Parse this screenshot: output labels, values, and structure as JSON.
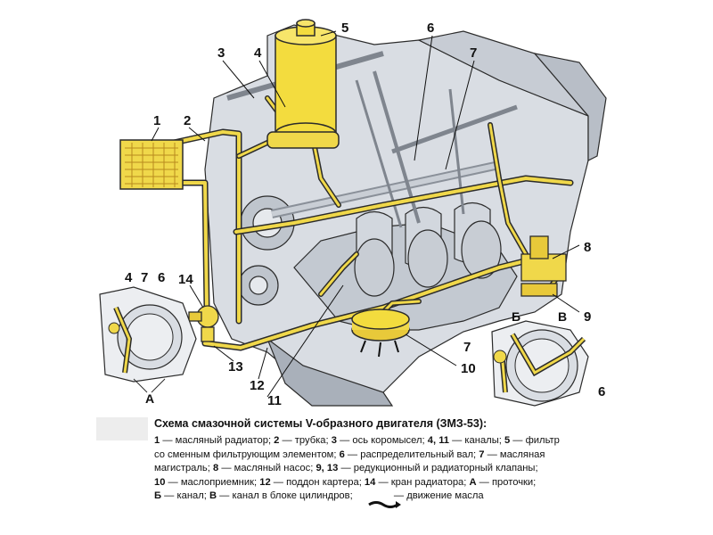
{
  "callouts": {
    "c1": "1",
    "c2": "2",
    "c3": "3",
    "c4": "4",
    "c5": "5",
    "c6": "6",
    "c7": "7",
    "c8": "8",
    "c9": "9",
    "c10": "10",
    "c11": "11",
    "c12": "12",
    "c13": "13",
    "c14": "14",
    "l_inset_4": "4",
    "l_inset_7": "7",
    "l_inset_6": "6",
    "l_inset_A": "А",
    "r_inset_B1": "Б",
    "r_inset_V": "В",
    "r_inset_7": "7",
    "r_inset_6": "6"
  },
  "caption": {
    "title": "Схема смазочной системы V-образного двигателя (ЗМЗ-53):",
    "lines": [
      [
        {
          "b": "1"
        },
        {
          "t": " — масляный радиатор; "
        },
        {
          "b": "2"
        },
        {
          "t": " — трубка; "
        },
        {
          "b": "3"
        },
        {
          "t": " — ось коромысел; "
        },
        {
          "b": "4, 11"
        },
        {
          "t": " — каналы; "
        },
        {
          "b": "5"
        },
        {
          "t": " — фильтр"
        }
      ],
      [
        {
          "t": "со сменным фильтрующим элементом; "
        },
        {
          "b": "6"
        },
        {
          "t": " — распределительный вал; "
        },
        {
          "b": "7"
        },
        {
          "t": " — масляная"
        }
      ],
      [
        {
          "t": "магистраль; "
        },
        {
          "b": "8"
        },
        {
          "t": " — масляный насос; "
        },
        {
          "b": "9, 13"
        },
        {
          "t": " — редукционный и радиаторный клапаны;"
        }
      ],
      [
        {
          "b": "10"
        },
        {
          "t": " — маслоприемник; "
        },
        {
          "b": "12"
        },
        {
          "t": " — поддон картера; "
        },
        {
          "b": "14"
        },
        {
          "t": " — кран радиатора; "
        },
        {
          "b": "А"
        },
        {
          "t": " — проточки;"
        }
      ],
      [
        {
          "b": "Б"
        },
        {
          "t": " — канал; "
        },
        {
          "b": "В"
        },
        {
          "t": " — канал в блоке цилиндров; "
        },
        {
          "arrow": true
        },
        {
          "t": " — движение масла"
        }
      ]
    ]
  },
  "colors": {
    "oil_line": "#f0d84a",
    "filter": "#f3dc3e",
    "outline": "#2b2b2b",
    "engine_fill": "#d9dde3",
    "engine_shade": "#a9b0ba"
  }
}
